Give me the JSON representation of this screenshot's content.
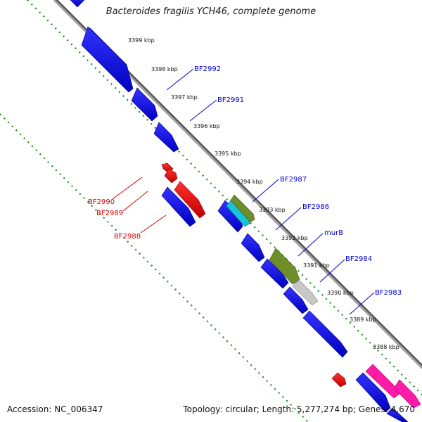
{
  "title": "Bacteroides fragilis YCH46, complete genome",
  "footer": {
    "accession": "Accession: NC_006347",
    "summary": "Topology: circular; Length: 5,277,274 bp; Genes: 4,670"
  },
  "ticks": [
    "3399 kbp",
    "3398 kbp",
    "3397 kbp",
    "3396 kbp",
    "3395 kbp",
    "3394 kbp",
    "3393 kbp",
    "3392 kbp",
    "3391 kbp",
    "3390 kbp",
    "3389 kbp",
    "3388 kbp"
  ],
  "gene_labels": {
    "forward": [
      "BF2992",
      "BF2991",
      "BF2987",
      "BF2986",
      "murB",
      "BF2984",
      "BF2983"
    ],
    "reverse": [
      "BF2990",
      "BF2989",
      "BF2988"
    ]
  },
  "colors": {
    "forward_label": "#0000cc",
    "reverse_label": "#dd0000",
    "forward_gene": "#0000ee",
    "reverse_gene": "#ee0000",
    "backbone": "#888888",
    "tick_dots": "#1e8a1e"
  }
}
